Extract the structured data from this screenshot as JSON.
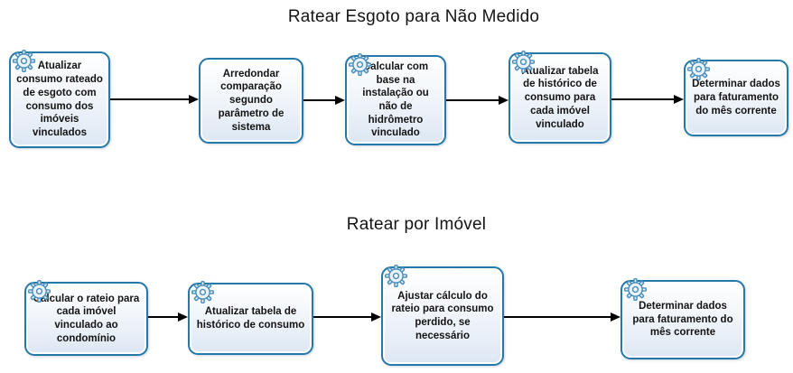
{
  "diagram": {
    "flows": [
      {
        "title": "Ratear Esgoto para Não Medido",
        "nodes": [
          {
            "label": "Atualizar consumo rateado de esgoto com consumo dos imóveis vinculados",
            "icon": "gear-icon"
          },
          {
            "label": "Arredondar comparação segundo parâmetro de sistema",
            "icon": null
          },
          {
            "label": "Calcular com base na instalação ou não de hidrômetro vinculado",
            "icon": "gear-icon"
          },
          {
            "label": "Atualizar tabela de histórico de consumo para cada imóvel vinculado",
            "icon": "gear-icon"
          },
          {
            "label": "Determinar dados para faturamento do mês corrente",
            "icon": "gear-icon"
          }
        ]
      },
      {
        "title": "Ratear por Imóvel",
        "nodes": [
          {
            "label": "Calcular o rateio para cada imóvel vinculado ao condomínio",
            "icon": "gear-icon"
          },
          {
            "label": "Atualizar tabela de histórico de consumo",
            "icon": "gear-icon"
          },
          {
            "label": "Ajustar cálculo do rateio para consumo perdido, se necessário",
            "icon": "gear-icon"
          },
          {
            "label": "Determinar dados para faturamento do mês corrente",
            "icon": "gear-icon"
          }
        ]
      }
    ],
    "colors": {
      "box_border": "#2579a8",
      "box_fill_top": "#ffffff",
      "box_fill_bottom": "#dde7f3",
      "gear": "#4a8fc0",
      "arrow": "#000000",
      "text": "#141414"
    }
  }
}
